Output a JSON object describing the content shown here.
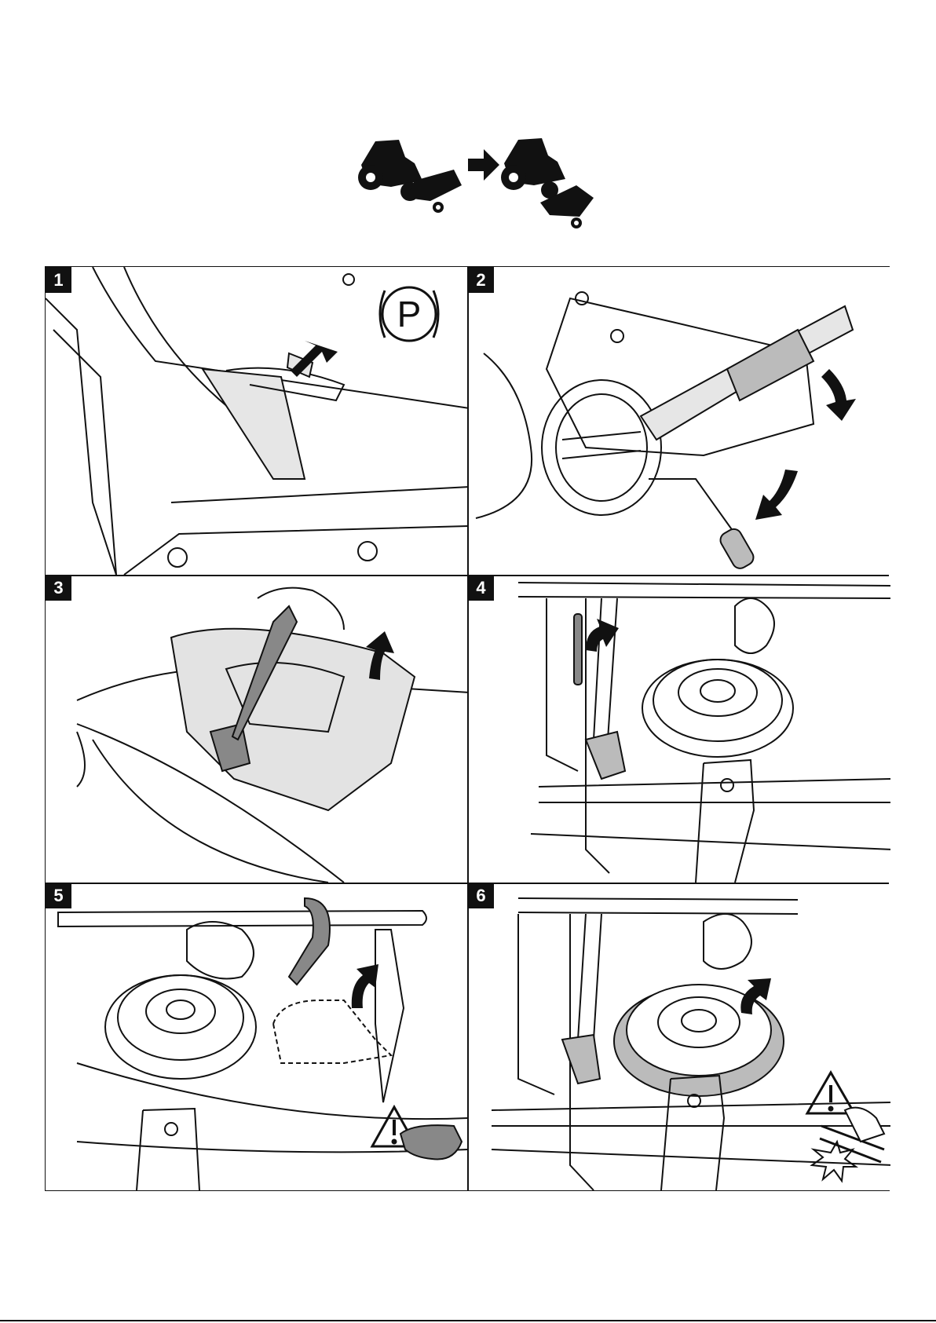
{
  "header": {
    "icon": "mower-deck-removal-icon"
  },
  "steps": [
    {
      "number": "1",
      "icon": "parking-brake-icon",
      "parking_symbol": "P"
    },
    {
      "number": "2",
      "icon": "lift-lever-icon"
    },
    {
      "number": "3",
      "icon": "belt-cover-removal-icon"
    },
    {
      "number": "4",
      "icon": "spring-release-icon"
    },
    {
      "number": "5",
      "icon": "tensioner-tool-icon",
      "warning": "safety-glasses-warning-icon"
    },
    {
      "number": "6",
      "icon": "belt-removal-icon",
      "warning": "pinch-hazard-warning-icon"
    }
  ]
}
